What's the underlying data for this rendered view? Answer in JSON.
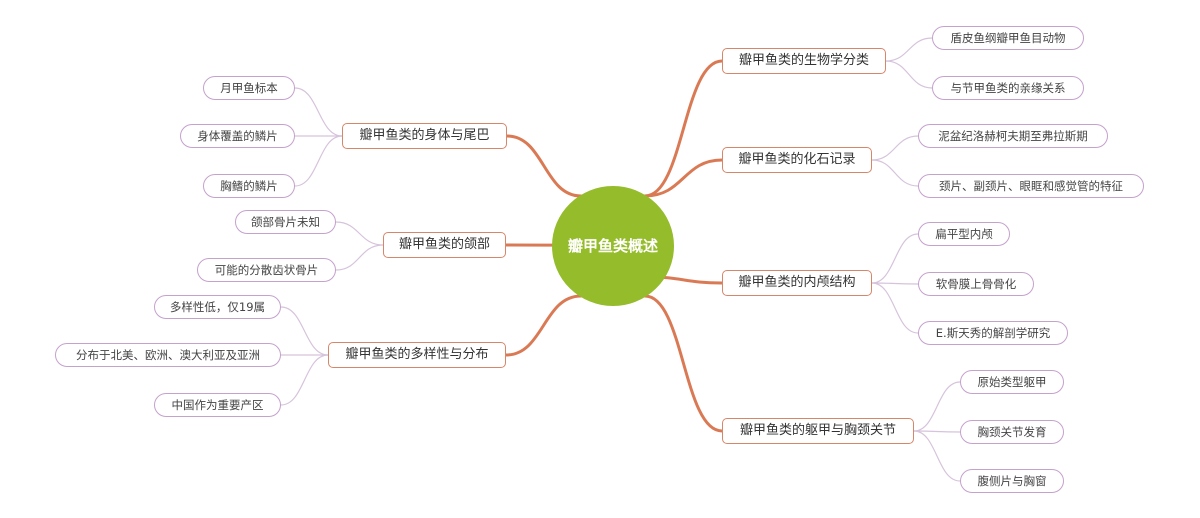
{
  "colors": {
    "center_fill": "#95bc2a",
    "branch_border": "#d6876a",
    "branch_link": "#da7a55",
    "leaf_border": "#c5a1cc",
    "leaf_link": "#d6c3dc"
  },
  "mindmap": {
    "center": "瓣甲鱼类概述",
    "right": [
      {
        "label": "瓣甲鱼类的生物学分类",
        "children": [
          "盾皮鱼纲瓣甲鱼目动物",
          "与节甲鱼类的亲缘关系"
        ]
      },
      {
        "label": "瓣甲鱼类的化石记录",
        "children": [
          "泥盆纪洛赫柯夫期至弗拉斯期",
          "颈片、副颈片、眼眶和感觉管的特征"
        ]
      },
      {
        "label": "瓣甲鱼类的内颅结构",
        "children": [
          "扁平型内颅",
          "软骨膜上骨骨化",
          "E.斯天秀的解剖学研究"
        ]
      },
      {
        "label": "瓣甲鱼类的躯甲与胸颈关节",
        "children": [
          "原始类型躯甲",
          "胸颈关节发育",
          "腹侧片与胸窗"
        ]
      }
    ],
    "left": [
      {
        "label": "瓣甲鱼类的身体与尾巴",
        "children": [
          "月甲鱼标本",
          "身体覆盖的鳞片",
          "胸鳍的鳞片"
        ]
      },
      {
        "label": "瓣甲鱼类的颌部",
        "children": [
          "颌部骨片未知",
          "可能的分散齿状骨片"
        ]
      },
      {
        "label": "瓣甲鱼类的多样性与分布",
        "children": [
          "多样性低，仅19属",
          "分布于北美、欧洲、澳大利亚及亚洲",
          "中国作为重要产区"
        ]
      }
    ]
  }
}
